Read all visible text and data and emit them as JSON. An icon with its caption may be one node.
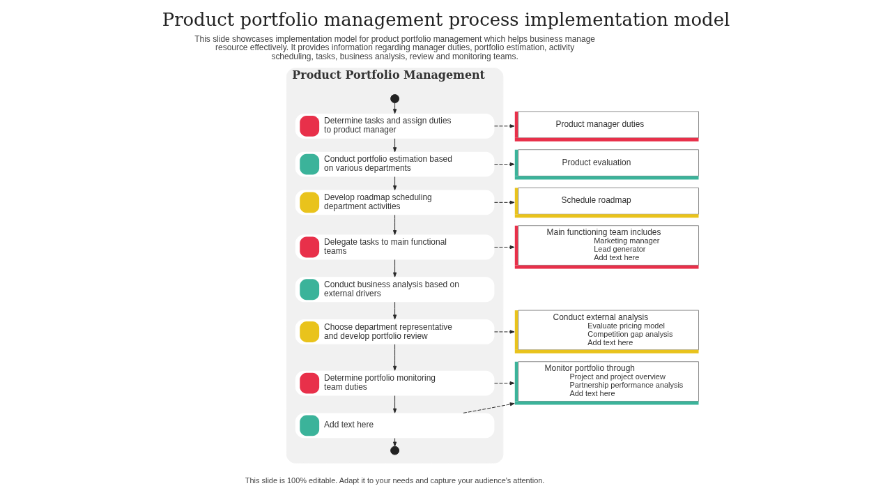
{
  "diagram": {
    "title": "Product portfolio management process implementation model",
    "nodes": [
      {
        "text": [
          "Product Portfolio Management"
        ]
      },
      {
        "text": [],
        "shape": "circle",
        "in": 0
      },
      {
        "text": [
          "Determine tasks and assign duties to product manager"
        ],
        "in": 0
      },
      {
        "text": [
          "Conduct portfolio estimation based on various departments"
        ],
        "in": 0
      },
      {
        "text": [
          "Develop roadmap scheduling department activities"
        ],
        "in": 0
      },
      {
        "text": [
          "Delegate tasks to main functional teams"
        ],
        "in": 0
      },
      {
        "text": [
          "Conduct business analysis based on external drivers"
        ],
        "in": 0
      },
      {
        "text": [
          "Choose department representative and develop portfolio review"
        ],
        "in": 0
      },
      {
        "text": [
          "Determine portfolio monitoring team duties"
        ],
        "in": 0
      },
      {
        "text": [
          "Add text here"
        ],
        "in": 0
      },
      {
        "text": [],
        "shape": "circle",
        "in": 0
      },
      {
        "text": [
          "Product manager duties"
        ]
      },
      {
        "text": [
          "Product evaluation"
        ]
      },
      {
        "text": [
          "Schedule roadmap"
        ]
      },
      {
        "text": [
          "Main functioning team includes",
          "Marketing manager",
          "Lead generator",
          "Add text here"
        ]
      },
      {
        "text": [
          "Conduct external analysis",
          "Evaluate pricing model",
          "Competition gap analysis",
          "Add text here"
        ]
      },
      {
        "text": [
          "Monitor portfolio through",
          "Project and project overview",
          "Partnership performance analysis",
          "Add text here"
        ]
      }
    ],
    "edges": [
      {
        "from": 1,
        "to": 2,
        "arrow": "to"
      },
      {
        "from": 2,
        "to": 3,
        "arrow": "to"
      },
      {
        "from": 3,
        "to": 4,
        "arrow": "to"
      },
      {
        "from": 4,
        "to": 5,
        "arrow": "to"
      },
      {
        "from": 5,
        "to": 6,
        "arrow": "to"
      },
      {
        "from": 6,
        "to": 7,
        "arrow": "to"
      },
      {
        "from": 7,
        "to": 8,
        "arrow": "to"
      },
      {
        "from": 8,
        "to": 9,
        "arrow": "to"
      },
      {
        "from": 9,
        "to": 10,
        "arrow": "to"
      },
      {
        "from": 2,
        "to": 11,
        "arrow": "to",
        "style": "dashed"
      },
      {
        "from": 3,
        "to": 12,
        "arrow": "to",
        "style": "dashed"
      },
      {
        "from": 4,
        "to": 13,
        "arrow": "to",
        "style": "dashed"
      },
      {
        "from": 5,
        "to": 14,
        "arrow": "to",
        "style": "dashed"
      },
      {
        "from": 7,
        "to": 15,
        "arrow": "to",
        "style": "dashed"
      },
      {
        "from": 8,
        "to": 16,
        "arrow": "to",
        "style": "dashed"
      },
      {
        "from": 9,
        "to": 16,
        "arrow": "to",
        "style": "dashed"
      }
    ],
    "labels": [
      "This slide showcases implementation model for product portfolio management which helps business manage resource effectively. It provides information regarding manager duties, portfolio estimation, activity scheduling, tasks, business analysis, review and monitoring teams.",
      "This slide is 100% editable. Adapt it to your needs and capture your audience's attention."
    ]
  }
}
